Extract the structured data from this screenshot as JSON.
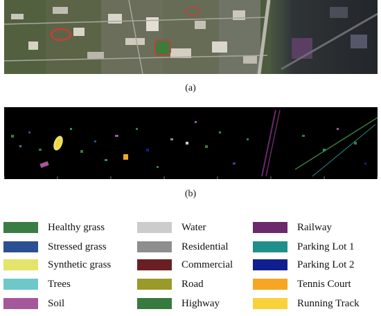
{
  "captions": {
    "a": "(a)",
    "b": "(b)"
  },
  "legend": [
    {
      "label": "Healthy grass",
      "color": "#3a7d44"
    },
    {
      "label": "Stressed grass",
      "color": "#2a4f93"
    },
    {
      "label": "Synthetic grass",
      "color": "#e4e36a"
    },
    {
      "label": "Trees",
      "color": "#6ec8c8"
    },
    {
      "label": "Soil",
      "color": "#a5579c"
    },
    {
      "label": "Water",
      "color": "#cccccc"
    },
    {
      "label": "Residential",
      "color": "#8e8e8e"
    },
    {
      "label": "Commercial",
      "color": "#6b1f22"
    },
    {
      "label": "Road",
      "color": "#9a9a2a"
    },
    {
      "label": "Highway",
      "color": "#377a3f"
    },
    {
      "label": "Railway",
      "color": "#6a2a6b"
    },
    {
      "label": "Parking Lot 1",
      "color": "#1f8f8a"
    },
    {
      "label": "Parking Lot 2",
      "color": "#0f1f8f"
    },
    {
      "label": "Tennis Court",
      "color": "#f6a623"
    },
    {
      "label": "Running Track",
      "color": "#f9d13a"
    }
  ]
}
